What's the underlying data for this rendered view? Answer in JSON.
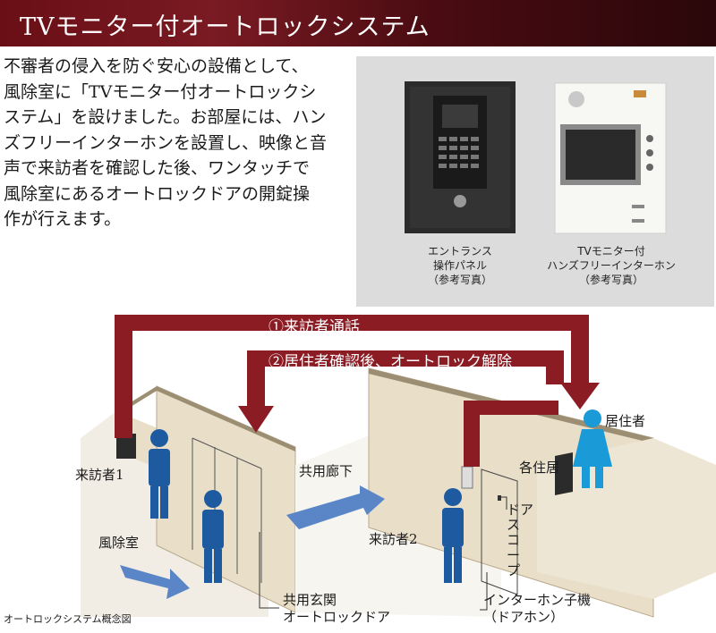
{
  "banner": {
    "title": "TVモニター付オートロックシステム"
  },
  "intro": {
    "lines": [
      "不審者の侵入を防ぐ安心の設備として、",
      "風除室に「TVモニター付オートロックシ",
      "ステム」を設けました。お部屋には、ハン",
      "ズフリーインターホンを設置し、映像と音",
      "声で来訪者を確認した後、ワンタッチで",
      "風除室にあるオートロックドアの開錠操",
      "作が行えます。"
    ]
  },
  "photos": {
    "entrance_caption": [
      "エントランス",
      "操作パネル",
      "（参考写真）"
    ],
    "intercom_caption": [
      "TVモニター付",
      "ハンズフリーインターホン",
      "（参考写真）"
    ]
  },
  "diagram": {
    "step1": "①来訪者通話",
    "step2": "②居住者確認後、オートロック解除",
    "visitor1": "来訪者1",
    "visitor2": "来訪者2",
    "resident": "居住者",
    "each_unit": "各住居",
    "windbreak_room": "風除室",
    "corridor": "共用廊下",
    "door_scope": [
      "ドア",
      "ス",
      "コ",
      "ー",
      "プ"
    ],
    "entrance_door": [
      "共用玄関",
      "オートロックドア"
    ],
    "intercom_sub": [
      "インターホン子機",
      "（ドアホン）"
    ],
    "concept": "オートロックシステム概念図"
  },
  "colors": {
    "banner": "#6a0f16",
    "arrow_red": "#8b1c24",
    "arrow_blue": "#5a86c8",
    "person": "#1e5aa0",
    "resident": "#1a9ad6",
    "wall": "#e9dfc8",
    "floor": "#f2ede4"
  }
}
